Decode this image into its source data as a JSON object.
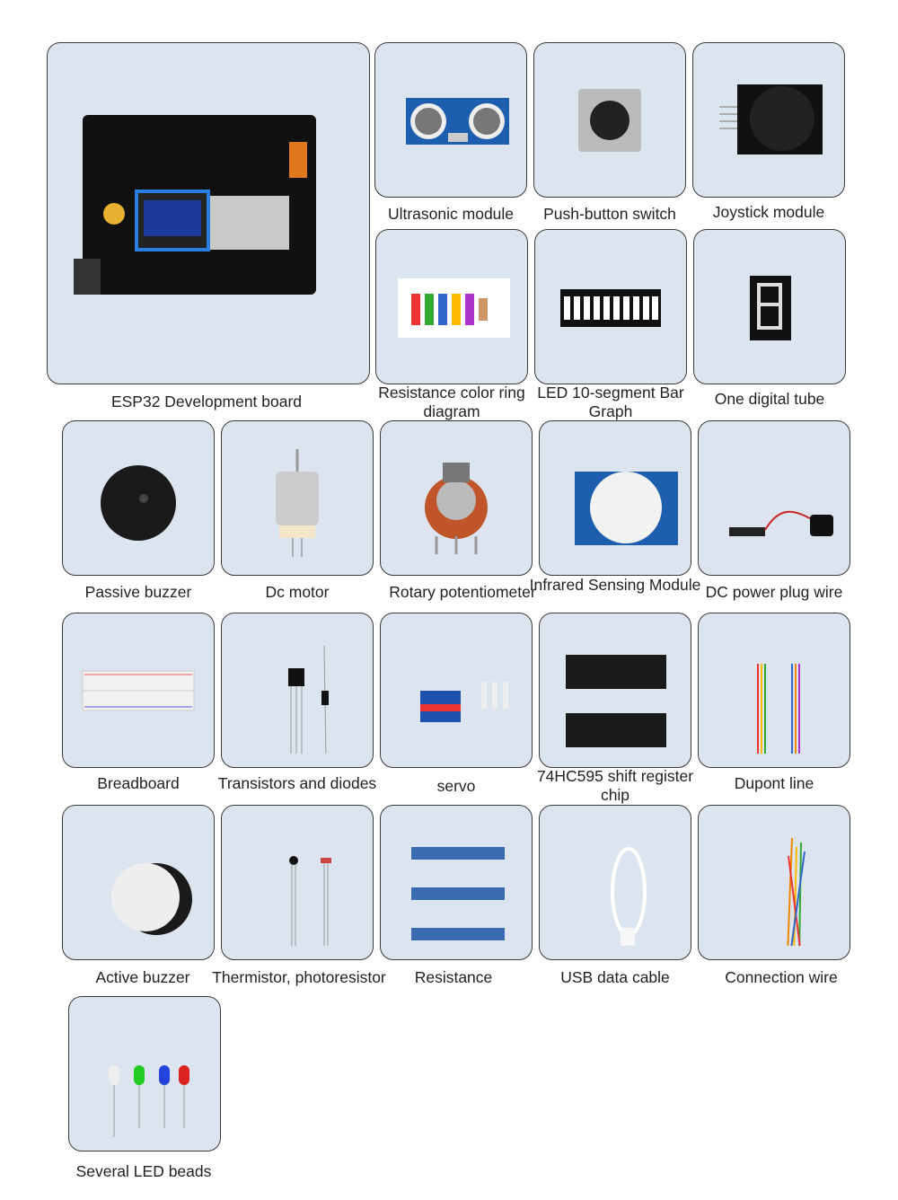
{
  "items": [
    {
      "label": "ESP32 Development board"
    },
    {
      "label": "Ultrasonic module"
    },
    {
      "label": "Push-button switch"
    },
    {
      "label": "Joystick module"
    },
    {
      "label": "Resistance color ring diagram"
    },
    {
      "label": "LED 10-segment Bar Graph"
    },
    {
      "label": "One digital tube"
    },
    {
      "label": "Passive buzzer"
    },
    {
      "label": "Dc motor"
    },
    {
      "label": "Rotary potentiometer"
    },
    {
      "label": "Infrared Sensing Module"
    },
    {
      "label": "DC power plug wire"
    },
    {
      "label": "Breadboard"
    },
    {
      "label": "Transistors and diodes"
    },
    {
      "label": "servo"
    },
    {
      "label": "74HC595 shift register chip"
    },
    {
      "label": "Dupont line"
    },
    {
      "label": "Active buzzer"
    },
    {
      "label": "Thermistor, photoresistor"
    },
    {
      "label": "Resistance"
    },
    {
      "label": "USB data cable"
    },
    {
      "label": "Connection wire"
    },
    {
      "label": "Several LED beads"
    }
  ],
  "colors": {
    "card_bg": "#dce5ef",
    "card_border": "#3a3a3a"
  }
}
